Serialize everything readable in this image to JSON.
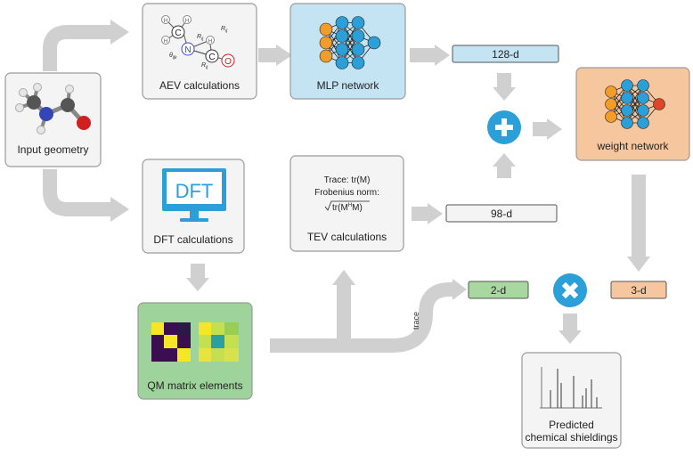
{
  "boxes": {
    "input_geometry": "Input geometry",
    "aev": "AEV calculations",
    "mlp": "MLP network",
    "weight": "weight network",
    "dft": "DFT calculations",
    "dft_screen": "DFT",
    "tev": "TEV calculations",
    "tev_trace": "Trace: tr(M)",
    "tev_frob": "Frobenius norm:",
    "tev_sqrt": "tr(M",
    "tev_sqrt_sup": "H",
    "tev_sqrt_end": "M)",
    "qm": "QM matrix elements",
    "predicted_line1": "Predicted",
    "predicted_line2": "chemical shieldings"
  },
  "vectors": {
    "v128": "128-d",
    "v98": "98-d",
    "v2": "2-d",
    "v3": "3-d"
  },
  "labels": {
    "trace": "trace"
  },
  "aev_diagram": {
    "h1": "H",
    "h2": "H",
    "h3": "H",
    "h4": "H",
    "c1": "C",
    "c2": "C",
    "n": "N",
    "o": "O",
    "rij": "R",
    "rij_sub": "ij",
    "rik": "R",
    "rik_sub": "ij",
    "theta": "θ",
    "theta_sub": "ijk",
    "rij2": "R",
    "rij2_sub": "ij"
  },
  "colors": {
    "arrow": "#d0d0d0",
    "box_fill": "#f4f4f4",
    "box_stroke": "#9a9a9a",
    "mlp_fill": "#c5e4f3",
    "weight_fill": "#f6c79e",
    "qm_fill": "#9fd39c",
    "v128_fill": "#c5e4f3",
    "v2_fill": "#a8d8a0",
    "v3_fill": "#f6c79e",
    "op_blue": "#2a9fd8",
    "node_orange": "#f39c2a",
    "node_blue": "#2a9fd8",
    "node_red": "#e0452a"
  }
}
